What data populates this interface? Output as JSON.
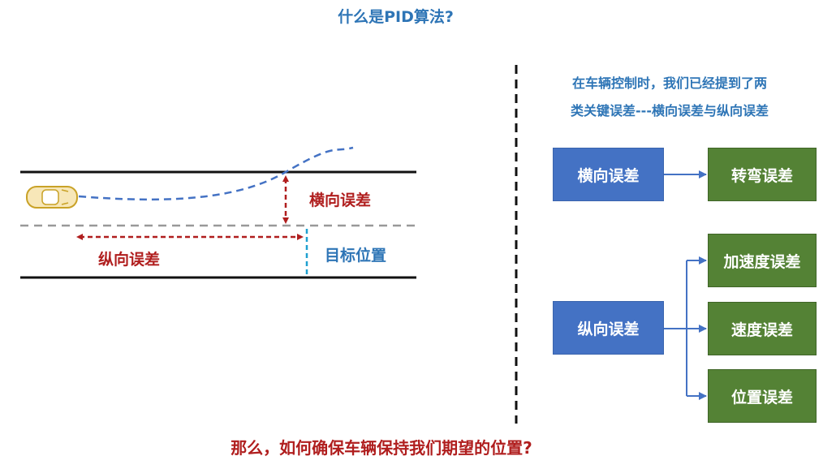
{
  "title": "什么是PID算法?",
  "scene": {
    "label_lateral": "横向误差",
    "label_longitudinal": "纵向误差",
    "label_target": "目标位置"
  },
  "right_panel": {
    "desc_line1": "在车辆控制时，我们已经提到了两",
    "desc_line2": "类关键误差---横向误差与纵向误差",
    "lateral_box": "横向误差",
    "turning_box": "转弯误差",
    "longitudinal_box": "纵向误差",
    "acceleration_box": "加速度误差",
    "speed_box": "速度误差",
    "position_box": "位置误差"
  },
  "question": "那么，如何确保车辆保持我们期望的位置?",
  "colors": {
    "title_blue": "#2e75b6",
    "error_red": "#b01e1e",
    "box_blue": "#4472c4",
    "box_green": "#548235",
    "target_cyan": "#1fa0d0"
  }
}
